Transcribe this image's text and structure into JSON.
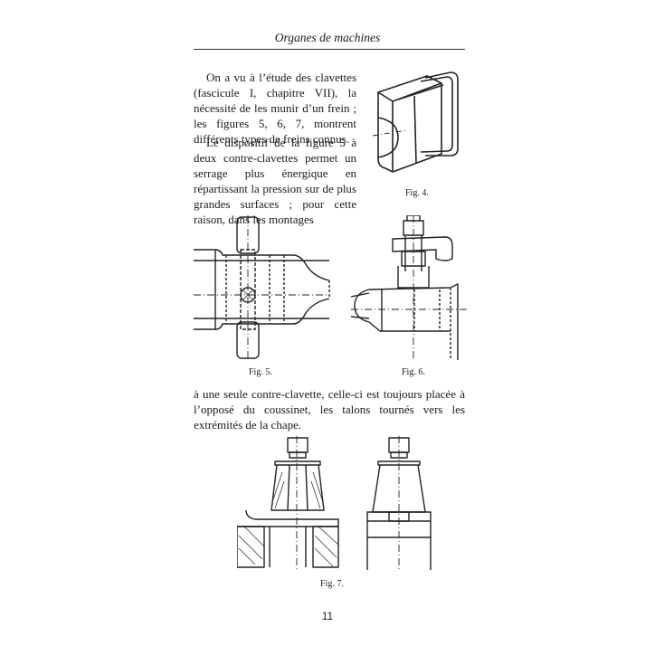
{
  "header": {
    "title": "Organes de machines"
  },
  "paragraphs": {
    "p1": "On a vu à l’étude des clavettes (fascicule I, chapitre VII), la nécessité de les munir d’un frein ; les figures 5, 6, 7, montrent différents types de freins connus.",
    "p2": "Le dispositif de la figure 5 à deux contre-clavettes permet un serrage plus énergique en répartissant la pression sur de plus grandes surfaces ; pour cette raison, dans les montages",
    "p3": "à une seule contre-clavette, celle-ci est toujours placée à l’opposé du coussinet, les talons tournés vers les extrémités de la chape."
  },
  "captions": {
    "fig4": "Fig. 4.",
    "fig5": "Fig. 5.",
    "fig6": "Fig. 6.",
    "fig7": "Fig. 7."
  },
  "page_number": "11"
}
